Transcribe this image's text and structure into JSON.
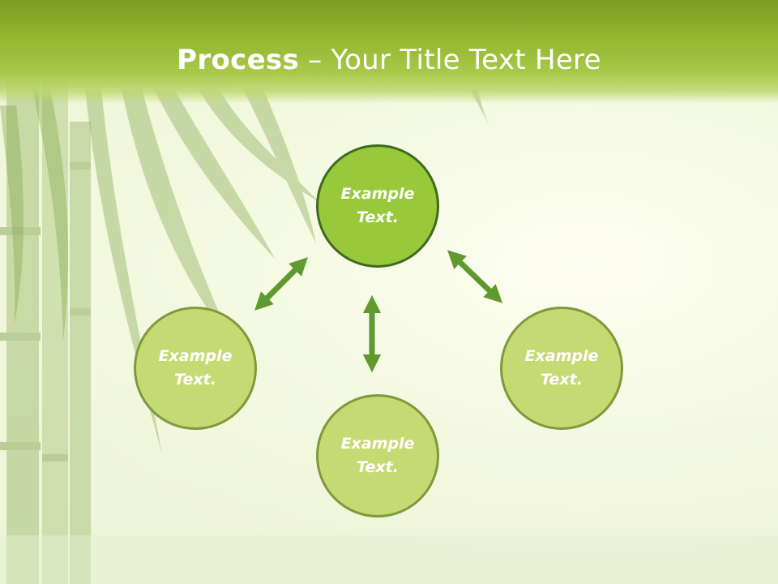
{
  "slide": {
    "title_bold": "Process",
    "title_dash": " – ",
    "title_rest": "Your Title Text Here"
  },
  "diagram": {
    "nodes": {
      "top": {
        "label": "Example Text."
      },
      "left": {
        "label": "Example Text."
      },
      "bottom": {
        "label": "Example Text."
      },
      "right": {
        "label": "Example Text."
      }
    }
  },
  "colors": {
    "header": "#93b52e",
    "primary_node": "#98c93a",
    "secondary_node": "#c6da74",
    "arrow": "#5f9a2e"
  }
}
